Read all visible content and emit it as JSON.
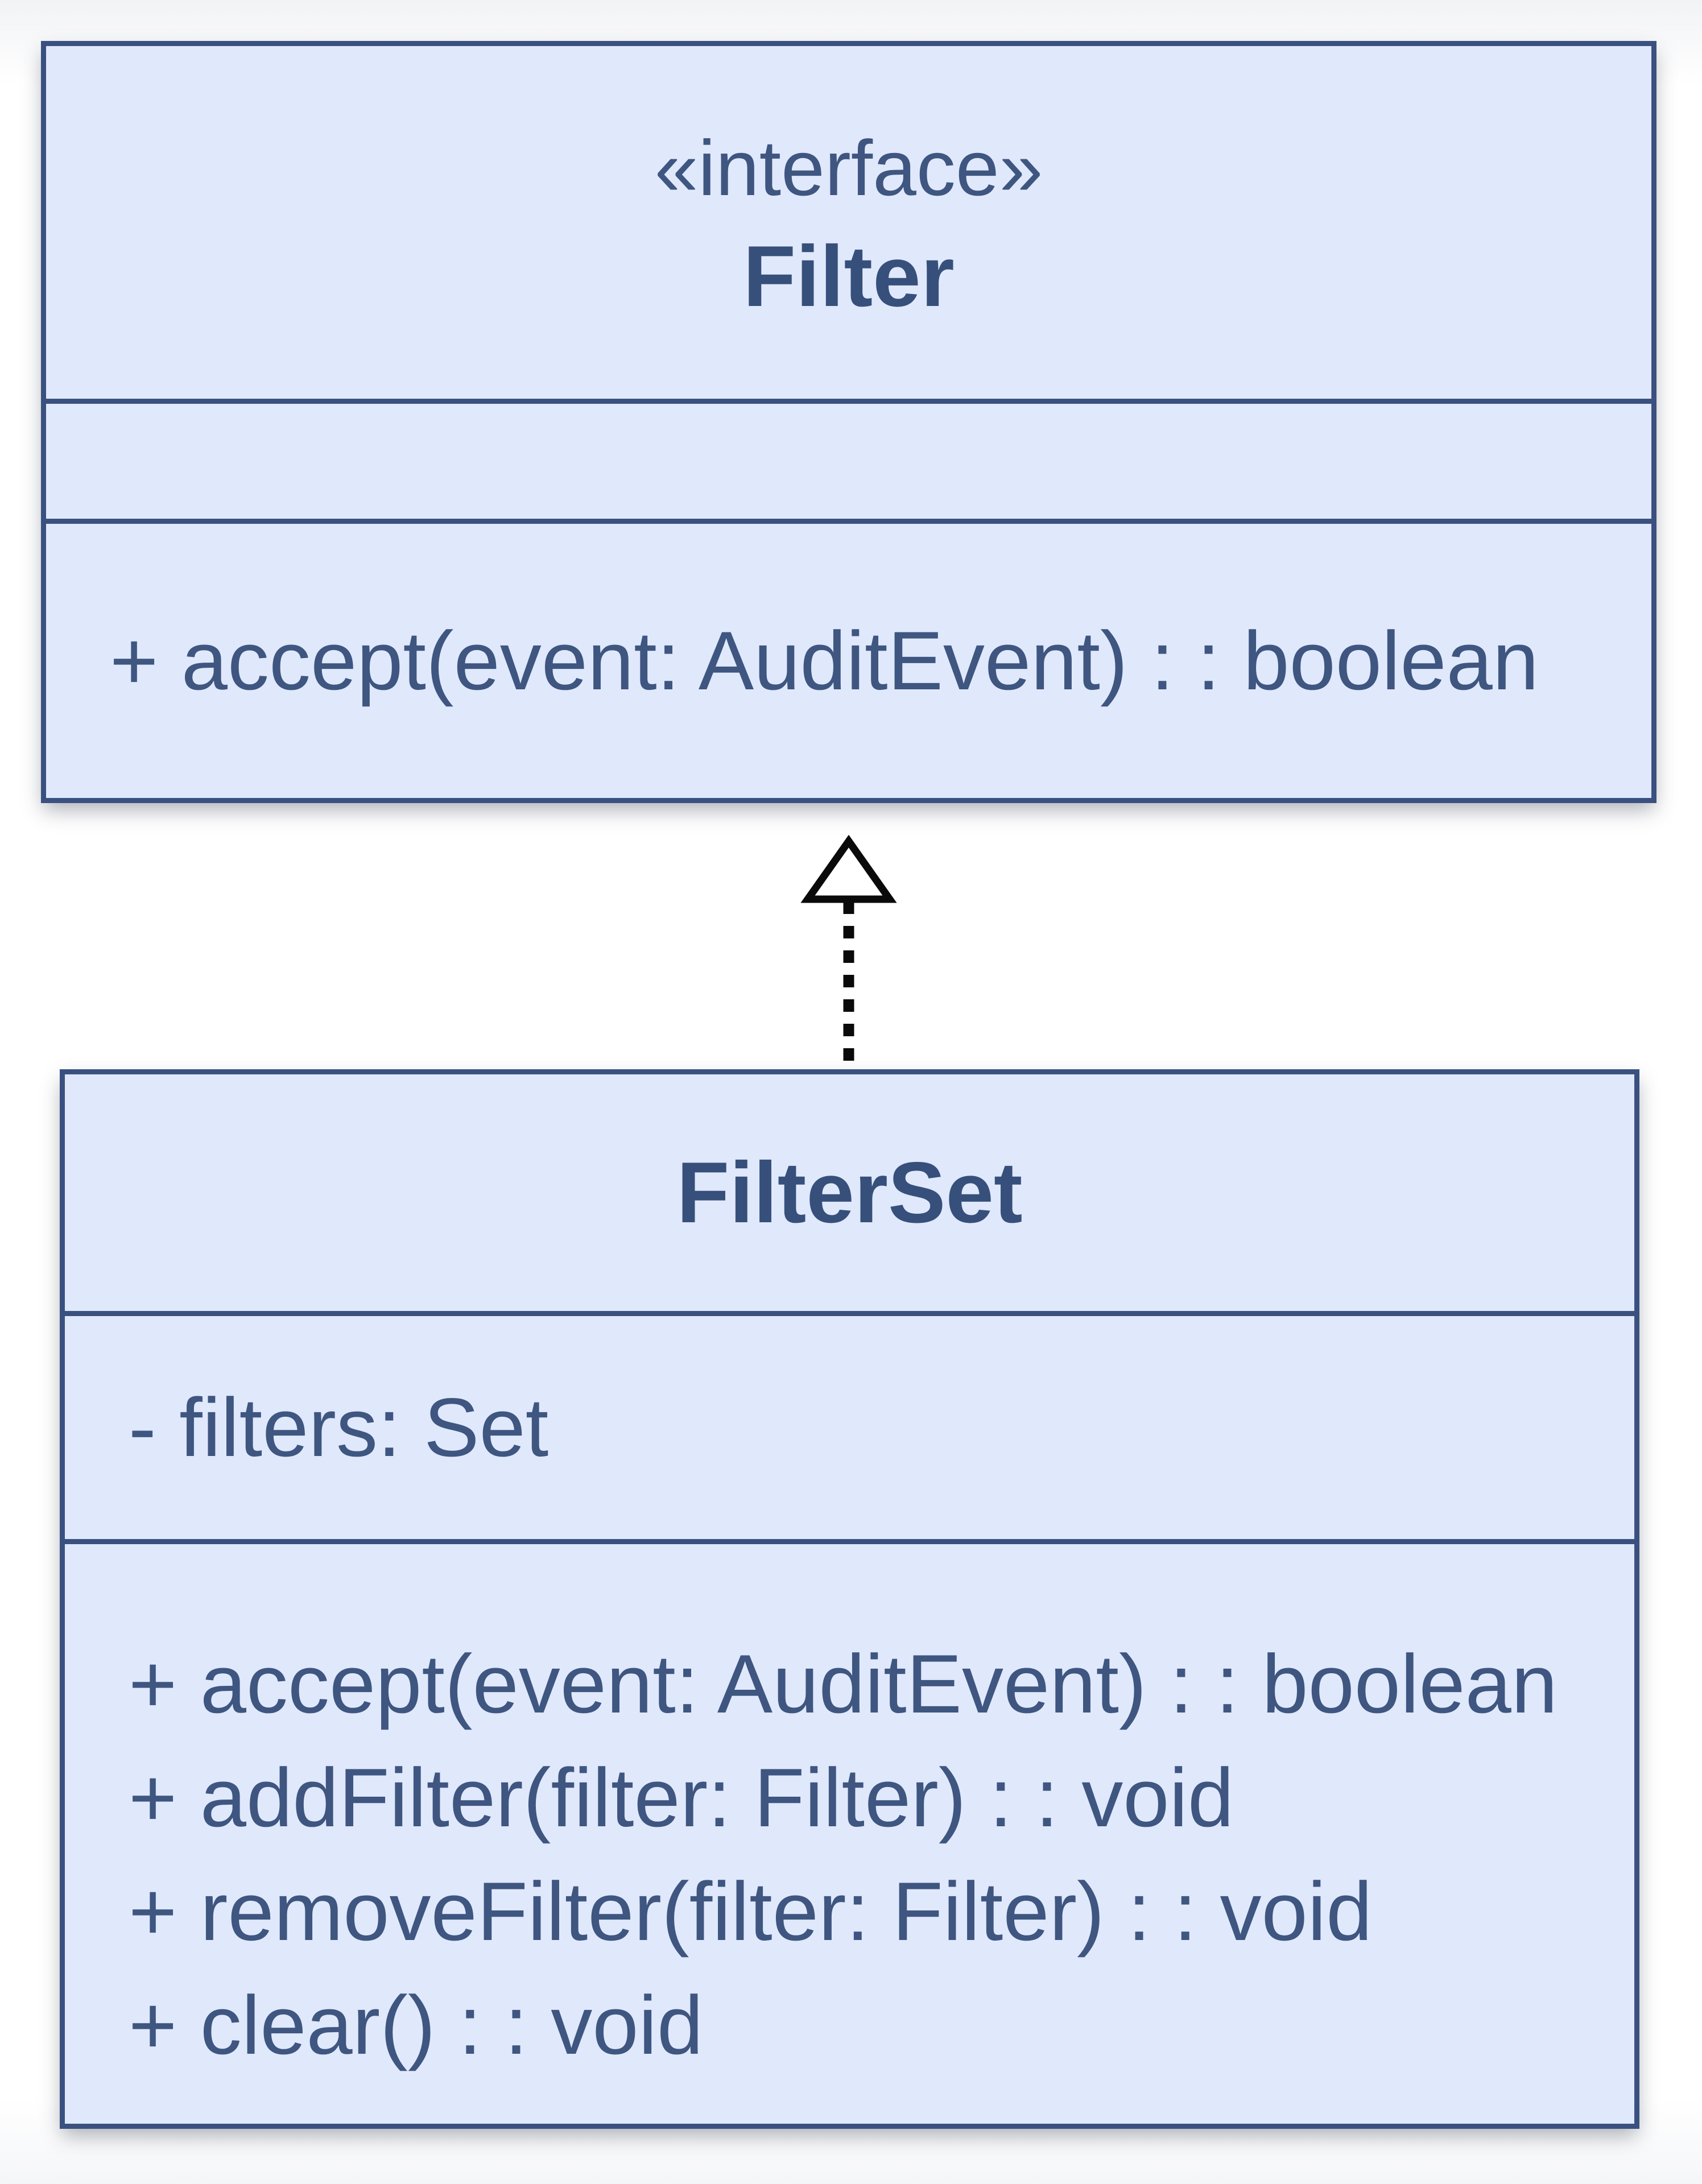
{
  "classes": [
    {
      "name": "Filter",
      "stereotype": "«interface»",
      "attributes": [],
      "methods": [
        "+ accept(event: AuditEvent) : : boolean"
      ]
    },
    {
      "name": "FilterSet",
      "stereotype": "",
      "attributes": [
        "- filters: Set"
      ],
      "methods": [
        "+ accept(event: AuditEvent) : : boolean",
        "+ addFilter(filter: Filter) : : void",
        "+ removeFilter(filter: Filter) : : void",
        "+ clear() : : void"
      ]
    }
  ],
  "relationships": [
    {
      "type": "realization",
      "from": "FilterSet",
      "to": "Filter",
      "line_style": "dashed",
      "arrowhead": "hollow-triangle"
    }
  ],
  "colors": {
    "box_fill": "#e0e8fb",
    "box_border": "#3a5180",
    "member_text": "#3e5680",
    "title_text": "#36507b",
    "arrow": "#0a0a0a",
    "page_background": "#ffffff"
  }
}
